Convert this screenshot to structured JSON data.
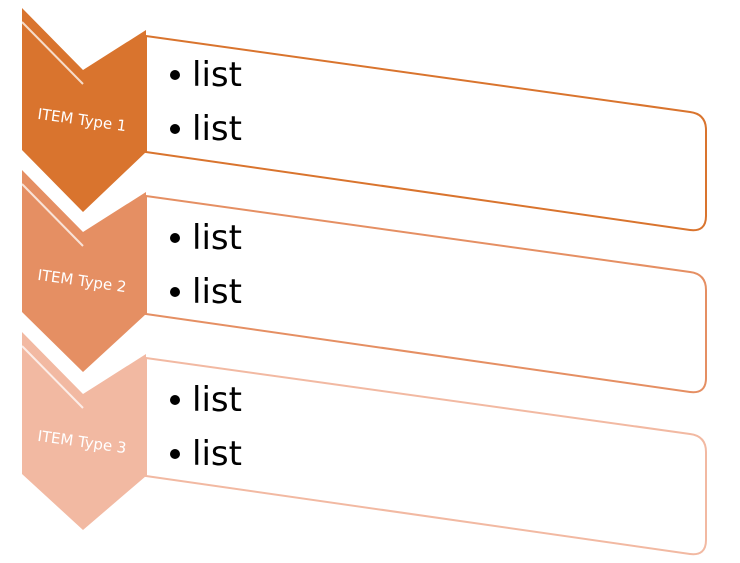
{
  "items": [
    {
      "label": "ITEM Type 1",
      "color": "#D9742E",
      "bullets": [
        "list",
        "list"
      ]
    },
    {
      "label": "ITEM Type 2",
      "color": "#E58F63",
      "bullets": [
        "list",
        "list"
      ]
    },
    {
      "label": "ITEM Type 3",
      "color": "#F2B9A2",
      "bullets": [
        "list",
        "list"
      ]
    }
  ]
}
